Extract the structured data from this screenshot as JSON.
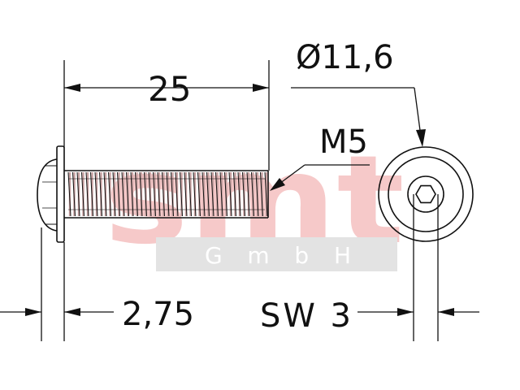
{
  "watermark": {
    "logo": "smt",
    "subtitle": "G m b H",
    "logo_color": "#f6c9c9",
    "band_color": "#e3e3e3"
  },
  "dimensions": {
    "length": "25",
    "diameter": "Ø11,6",
    "thread": "M5",
    "head_height": "2,75",
    "wrench_size": "SW 3"
  },
  "colors": {
    "line": "#111111",
    "thread_shade": "#c9a3a3"
  }
}
